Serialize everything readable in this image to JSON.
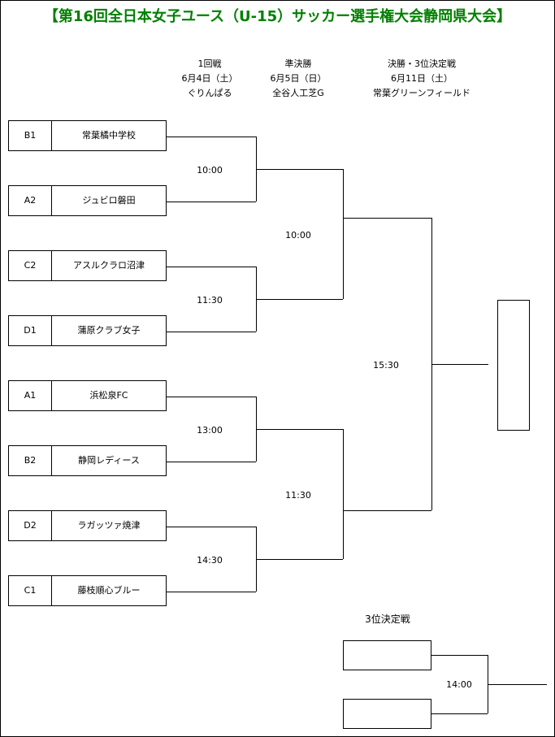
{
  "title": "【第16回全日本女子ユース（U-15）サッカー選手権大会静岡県大会】",
  "rounds": [
    {
      "name": "1回戦",
      "date": "6月4日（土）",
      "venue": "ぐりんぱる"
    },
    {
      "name": "準決勝",
      "date": "6月5日（日）",
      "venue": "全谷人工芝G"
    },
    {
      "name": "決勝・3位決定戦",
      "date": "6月11日（土）",
      "venue": "常葉グリーンフィールド"
    }
  ],
  "teams": [
    {
      "seed": "B1",
      "name": "常葉橘中学校"
    },
    {
      "seed": "A2",
      "name": "ジュビロ磐田"
    },
    {
      "seed": "C2",
      "name": "アスルクラロ沼津"
    },
    {
      "seed": "D1",
      "name": "蒲原クラブ女子"
    },
    {
      "seed": "A1",
      "name": "浜松泉FC"
    },
    {
      "seed": "B2",
      "name": "静岡レディース"
    },
    {
      "seed": "D2",
      "name": "ラガッツァ焼津"
    },
    {
      "seed": "C1",
      "name": "藤枝順心ブルー"
    }
  ],
  "times": {
    "r1_m1": "10:00",
    "r1_m2": "11:30",
    "r1_m3": "13:00",
    "r1_m4": "14:30",
    "sf_m1": "10:00",
    "sf_m2": "11:30",
    "final": "15:30",
    "third": "14:00"
  },
  "third_place_label": "3位決定戦"
}
